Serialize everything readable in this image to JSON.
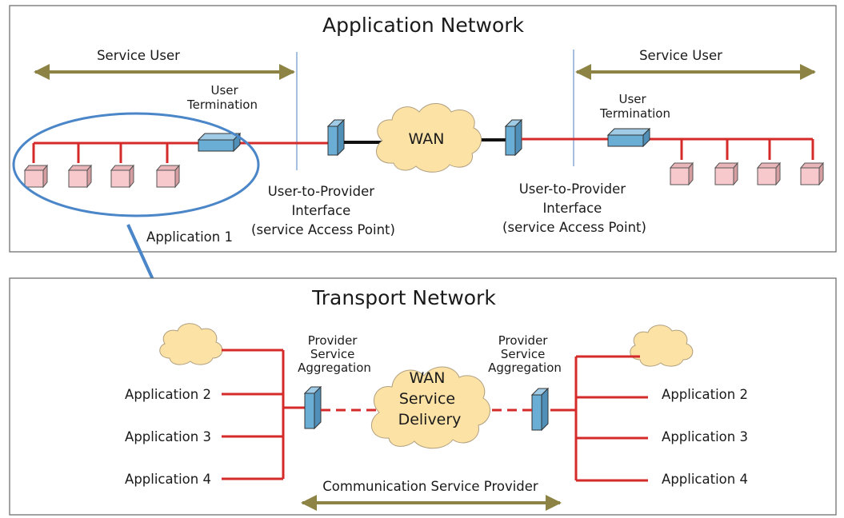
{
  "application_network": {
    "title": "Application Network",
    "left_service_user": "Service User",
    "right_service_user": "Service User",
    "left_user_termination": [
      "User",
      "Termination"
    ],
    "right_user_termination": [
      "User",
      "Termination"
    ],
    "wan_cloud": "WAN",
    "left_interface": [
      "User-to-Provider",
      "Interface",
      "(service Access Point)"
    ],
    "right_interface": [
      "User-to-Provider",
      "Interface",
      "(service Access Point)"
    ],
    "application_1": "Application 1"
  },
  "transport_network": {
    "title": "Transport Network",
    "left_aggregation": [
      "Provider",
      "Service",
      "Aggregation"
    ],
    "right_aggregation": [
      "Provider",
      "Service",
      "Aggregation"
    ],
    "wan_cloud": [
      "WAN",
      "Service",
      "Delivery"
    ],
    "left_applications": [
      "Application 2",
      "Application 3",
      "Application 4"
    ],
    "right_applications": [
      "Application 2",
      "Application 3",
      "Application 4"
    ],
    "csp_label": "Communication Service Provider"
  },
  "colors": {
    "link": "#d42a2a",
    "arrow": "#8c8344",
    "ellipse": "#4a86c8",
    "device": "#6aaed6",
    "host": "#f8c9cc",
    "cloud": "#fde2a6"
  }
}
